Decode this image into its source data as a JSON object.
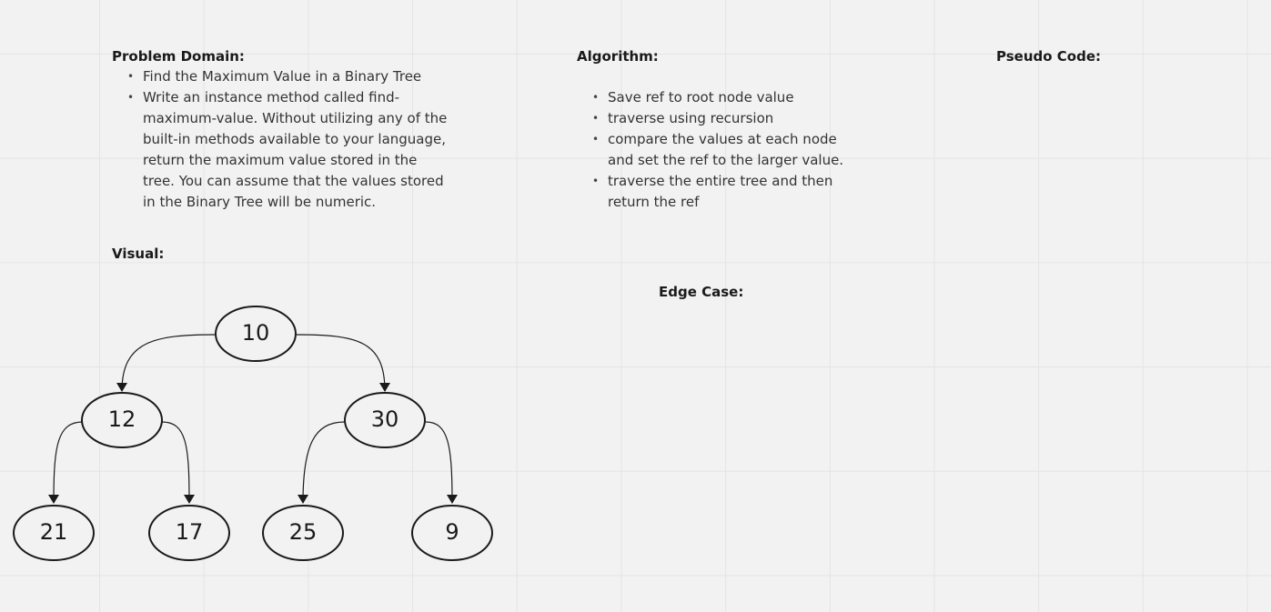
{
  "problem_domain": {
    "heading": "Problem Domain:",
    "bullets": [
      "Find the Maximum Value in a Binary Tree",
      "Write an instance method called find-maximum-value. Without utilizing any of the built-in methods available to your language, return the maximum value stored in the tree. You can assume that the values stored in the Binary Tree will be numeric."
    ]
  },
  "algorithm": {
    "heading": "Algorithm:",
    "bullets": [
      "Save ref to root node value",
      "traverse using recursion",
      "compare the values at each node and set the ref to the larger value.",
      "traverse the entire tree and then return the ref"
    ]
  },
  "pseudo_code": {
    "heading": "Pseudo Code:"
  },
  "visual": {
    "heading": "Visual:"
  },
  "edge_case": {
    "heading": "Edge Case:"
  },
  "tree": {
    "root": "10",
    "left": "12",
    "right": "30",
    "left_left": "21",
    "left_right": "17",
    "right_left": "25",
    "right_right": "9"
  }
}
